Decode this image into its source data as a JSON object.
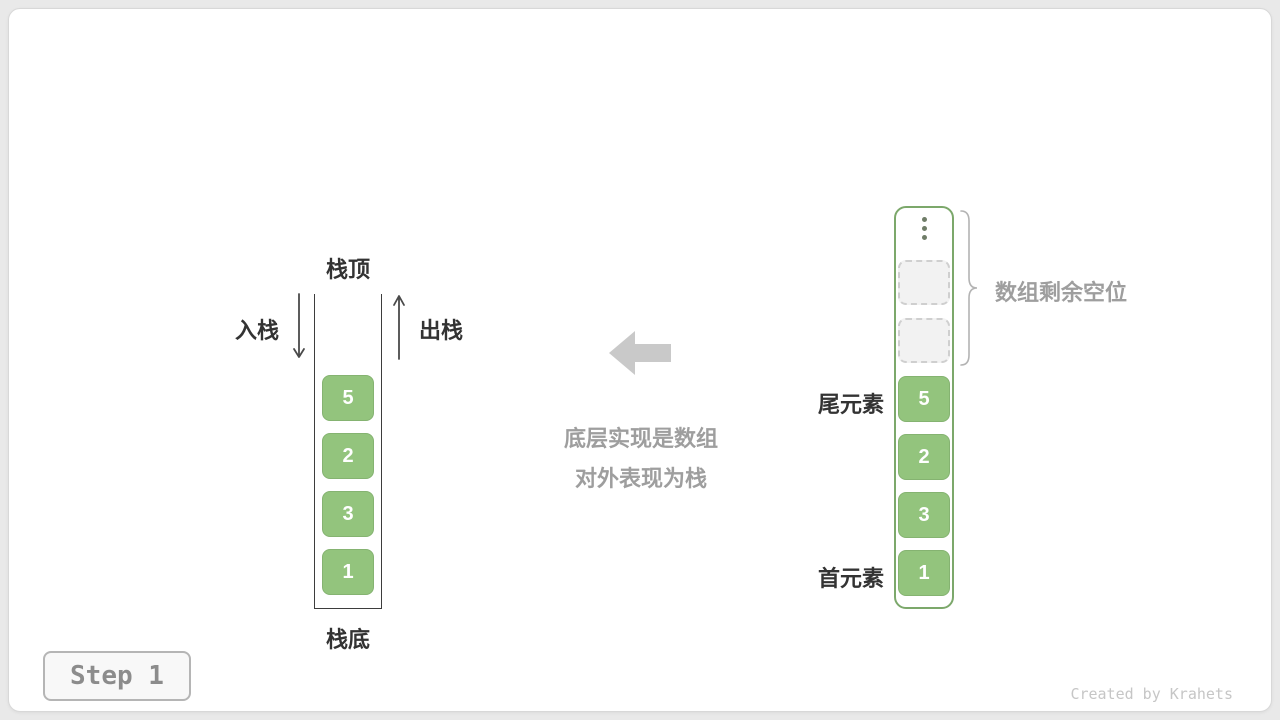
{
  "stack": {
    "top_label": "栈顶",
    "bottom_label": "栈底",
    "push_label": "入栈",
    "pop_label": "出栈",
    "values": [
      "5",
      "2",
      "3",
      "1"
    ]
  },
  "center": {
    "line1": "底层实现是数组",
    "line2": "对外表现为栈"
  },
  "array": {
    "values": [
      "5",
      "2",
      "3",
      "1"
    ],
    "empty_slot_count": 2,
    "tail_label": "尾元素",
    "head_label": "首元素",
    "remaining_label": "数组剩余空位"
  },
  "footer": {
    "step_label": "Step 1",
    "credit": "Created by Krahets"
  },
  "colors": {
    "cell_green": "#93c47d",
    "cell_green_border": "#85b371",
    "array_border_green": "#7ca86b",
    "gray_text": "#9e9e9e",
    "dark_text": "#333333",
    "big_arrow_gray": "#c9c9c9",
    "page_bg": "#e9e9e9"
  }
}
